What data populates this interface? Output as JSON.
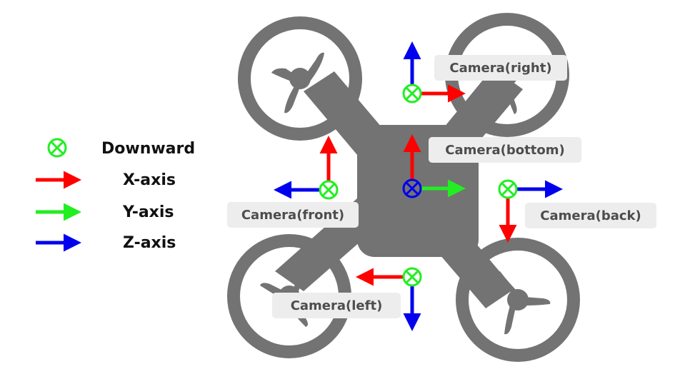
{
  "legend": {
    "downward": "Downward",
    "x_axis": "X-axis",
    "y_axis": "Y-axis",
    "z_axis": "Z-axis"
  },
  "cameras": {
    "right": "Camera(right)",
    "bottom": "Camera(bottom)",
    "front": "Camera(front)",
    "back": "Camera(back)",
    "left": "Camera(left)"
  },
  "colors": {
    "x_axis": "#ff0000",
    "y_axis": "#22ee22",
    "z_axis": "#0000ee",
    "drone": "#737373",
    "label_bg": "#ededed",
    "bottom_marker": "#0000ee"
  }
}
